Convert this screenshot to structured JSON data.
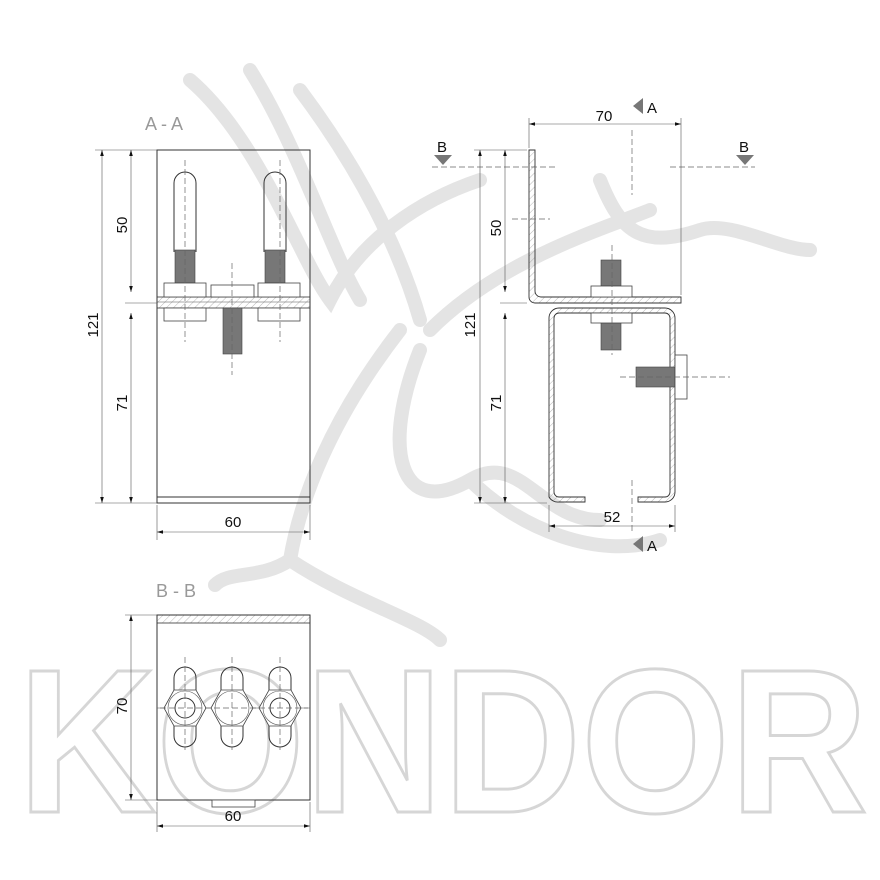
{
  "watermark": {
    "brand": "KONDOR"
  },
  "views": {
    "section_aa": {
      "label": "A - A",
      "dim_total": "121",
      "dim_upper": "50",
      "dim_lower": "71",
      "dim_width": "60"
    },
    "side": {
      "dim_top": "70",
      "dim_bottom": "52",
      "dim_total": "121",
      "dim_upper": "50",
      "dim_lower": "71",
      "cut_a": "A",
      "cut_b": "B"
    },
    "section_bb": {
      "label": "B - B",
      "dim_height": "70",
      "dim_width": "60"
    }
  }
}
